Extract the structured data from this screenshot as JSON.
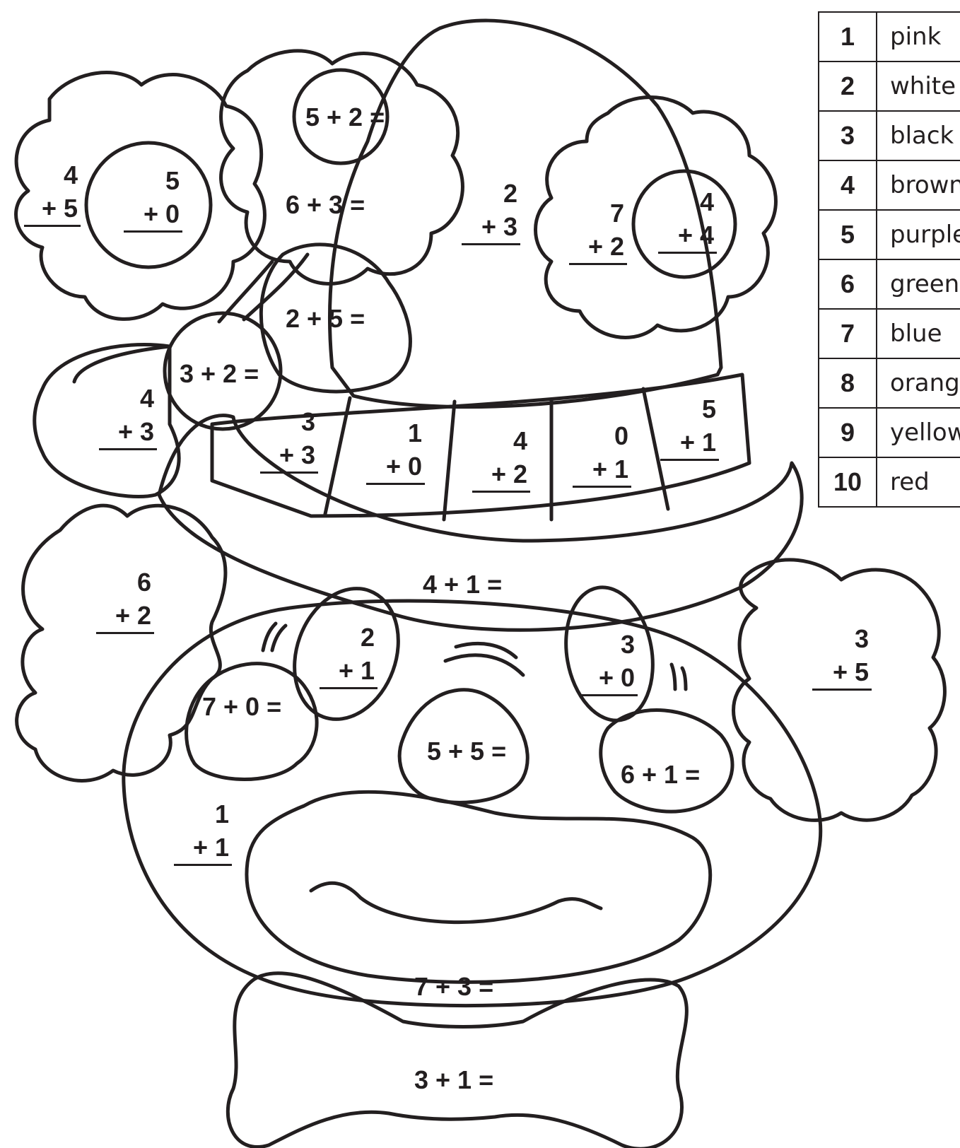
{
  "color_key": [
    {
      "number": "1",
      "color": "pink"
    },
    {
      "number": "2",
      "color": "white"
    },
    {
      "number": "3",
      "color": "black"
    },
    {
      "number": "4",
      "color": "brown"
    },
    {
      "number": "5",
      "color": "purple"
    },
    {
      "number": "6",
      "color": "green"
    },
    {
      "number": "7",
      "color": "blue"
    },
    {
      "number": "8",
      "color": "orange"
    },
    {
      "number": "9",
      "color": "yellow"
    },
    {
      "number": "10",
      "color": "red"
    }
  ],
  "problems": {
    "flower_top_center": "5 + 2 =",
    "flower_top_petals": "6 + 3 =",
    "leaf": "2 + 5 =",
    "flower_bud": "3 + 2 =",
    "hat_brim": "4 + 1 =",
    "cheek_left": "7 + 0 =",
    "nose": "5 + 5 =",
    "cheek_right": "6 + 1 =",
    "chin": "7 + 3 =",
    "bow_tie": "3 + 1 =",
    "flower_left_petals": {
      "top": "4",
      "bottom": "+ 5"
    },
    "flower_left_center": {
      "top": "5",
      "bottom": "+ 0"
    },
    "hat_crown": {
      "top": "2",
      "bottom": "+ 3"
    },
    "flower_right_petals": {
      "top": "7",
      "bottom": "+ 2"
    },
    "flower_right_center": {
      "top": "4",
      "bottom": "+ 4"
    },
    "hat_ribbon_bow": {
      "top": "4",
      "bottom": "+ 3"
    },
    "band_1": {
      "top": "3",
      "bottom": "+ 3"
    },
    "band_2": {
      "top": "1",
      "bottom": "+ 0"
    },
    "band_3": {
      "top": "4",
      "bottom": "+ 2"
    },
    "band_4": {
      "top": "0",
      "bottom": "+ 1"
    },
    "band_5": {
      "top": "5",
      "bottom": "+ 1"
    },
    "hair_left": {
      "top": "6",
      "bottom": "+ 2"
    },
    "hair_right": {
      "top": "3",
      "bottom": "+ 5"
    },
    "eye_left": {
      "top": "2",
      "bottom": "+ 1"
    },
    "eye_right": {
      "top": "3",
      "bottom": "+ 0"
    },
    "face": {
      "top": "1",
      "bottom": "+ 1"
    }
  }
}
